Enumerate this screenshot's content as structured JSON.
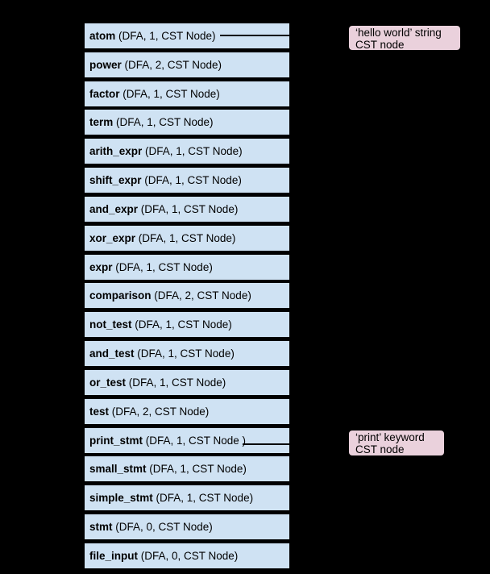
{
  "diagram": {
    "background_color": "#000000",
    "stack": {
      "fill_color": "#cfe2f3",
      "border_color": "#000000",
      "text_color": "#000000",
      "rows": [
        {
          "name": "atom",
          "info": " (DFA, 1, CST Node)"
        },
        {
          "name": "power",
          "info": " (DFA, 2, CST Node)"
        },
        {
          "name": "factor",
          "info": " (DFA, 1, CST Node)"
        },
        {
          "name": "term",
          "info": " (DFA, 1, CST Node)"
        },
        {
          "name": "arith_expr",
          "info": " (DFA, 1, CST Node)"
        },
        {
          "name": "shift_expr",
          "info": " (DFA, 1, CST Node)"
        },
        {
          "name": "and_expr",
          "info": " (DFA, 1, CST Node)"
        },
        {
          "name": "xor_expr",
          "info": " (DFA, 1, CST Node)"
        },
        {
          "name": "expr",
          "info": " (DFA, 1, CST Node)"
        },
        {
          "name": "comparison",
          "info": " (DFA, 2, CST Node)"
        },
        {
          "name": "not_test",
          "info": " (DFA, 1, CST Node)"
        },
        {
          "name": "and_test",
          "info": " (DFA, 1, CST Node)"
        },
        {
          "name": "or_test",
          "info": " (DFA, 1, CST Node)"
        },
        {
          "name": "test",
          "info": " (DFA, 2, CST Node)"
        },
        {
          "name": "print_stmt",
          "info": " (DFA, 1, CST Node )"
        },
        {
          "name": "small_stmt",
          "info": " (DFA, 1, CST Node)"
        },
        {
          "name": "simple_stmt",
          "info": " (DFA, 1, CST Node)"
        },
        {
          "name": "stmt",
          "info": " (DFA, 0, CST Node)"
        },
        {
          "name": "file_input",
          "info": " (DFA, 0, CST Node)"
        }
      ]
    },
    "callouts": [
      {
        "id": "hello-world",
        "line1": "‘hello world’ string",
        "line2": "CST node",
        "fill": "#ead1dc",
        "links_to_row": "atom"
      },
      {
        "id": "print",
        "line1": "‘print’ keyword",
        "line2": "CST node",
        "fill": "#ead1dc",
        "links_to_row": "print_stmt"
      }
    ]
  }
}
